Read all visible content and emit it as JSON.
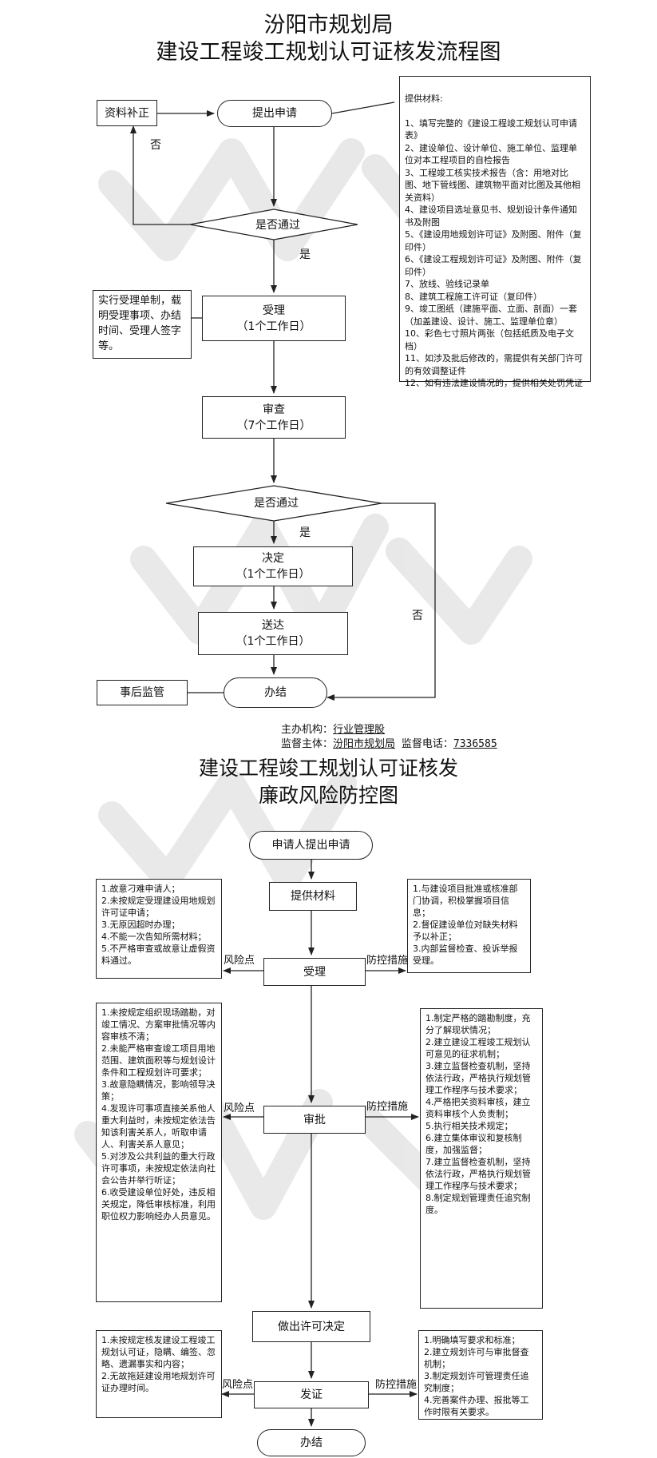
{
  "flow1": {
    "title_line1": "汾阳市规划局",
    "title_line2": "建设工程竣工规划认可证核发流程图",
    "materials_title": "提供材料:",
    "materials": "1、填写完整的《建设工程竣工规划认可申请表》\n2、建设单位、设计单位、施工单位、监理单位对本工程项目的自检报告\n3、工程竣工核实技术报告（含：用地对比图、地下管线图、建筑物平面对比图及其他相关资料）\n4、建设项目选址意见书、规划设计条件通知书及附图\n5、《建设用地规划许可证》及附图、附件（复印件）\n6、《建设工程规划许可证》及附图、附件（复印件）\n7、放线、验线记录单\n8、建筑工程施工许可证（复印件）\n9、竣工图纸（建施平面、立面、剖面）一套（加盖建设、设计、施工、监理单位章）\n10、彩色七寸照片两张（包括纸质及电子文档）\n11、如涉及批后修改的，需提供有关部门许可的有效调整证件\n12、如有违法建设情况的，提供相关处罚凭证",
    "supplement": "资料补正",
    "submit": "提出申请",
    "no1": "否",
    "check1": "是否通过",
    "yes1": "是",
    "accept_note": "实行受理单制，载明受理事项、办结时间、受理人签字等。",
    "accept": "受理",
    "accept_days": "（1个工作日）",
    "review": "审查",
    "review_days": "（7个工作日）",
    "check2": "是否通过",
    "yes2": "是",
    "decide": "决定",
    "decide_days": "（1个工作日）",
    "deliver": "送达",
    "deliver_days": "（1个工作日）",
    "no2": "否",
    "supervise_after": "事后监管",
    "finish": "办结",
    "host_label": "主办机构：",
    "host_value": "行业管理股",
    "sup_label": "监督主体：",
    "sup_value": "汾阳市规划局",
    "phone_label": "监督电话：",
    "phone_value": "7336585"
  },
  "flow2": {
    "title_line1": "建设工程竣工规划认可证核发",
    "title_line2": "廉政风险防控图",
    "applicant": "申请人提出申请",
    "provide": "提供材料",
    "accept": "受理",
    "review": "审批",
    "decision": "做出许可决定",
    "issue": "发证",
    "finish": "办结",
    "risk_label": "风险点",
    "control_label": "防控措施",
    "risk1": "1.故意刁难申请人；\n2.未按规定受理建设用地规划许可证申请；\n3.无原因超时办理；\n4.不能一次告知所需材料；\n5.不严格审查或故意让虚假资料通过。",
    "control1": "1.与建设项目批准或核准部门协调，积极掌握项目信息；\n2.督促建设单位对缺失材料予以补正；\n3.内部监督检查、投诉举报受理。",
    "risk2": "1.未按规定组织现场踏勘，对竣工情况、方案审批情况等内容审核不清；\n2.未能严格审查竣工项目用地范围、建筑面积等与规划设计条件和工程规划许可要求；\n3.故意隐瞒情况，影响领导决策；\n4.发现许可事项直接关系他人重大利益时，未按规定依法告知该利害关系人，听取申请人、利害关系人意见；\n5.对涉及公共利益的重大行政许可事项，未按规定依法向社会公告并举行听证；\n6.收受建设单位好处，违反相关规定，降低审核标准，利用职位权力影响经办人员意见。",
    "control2": "1.制定严格的踏勘制度，充分了解现状情况；\n2.建立建设工程竣工规划认可意见的征求机制；\n3.建立监督检查机制，坚持依法行政，严格执行规划管理工作程序与技术要求；\n4.严格把关资料审核，建立资料审核个人负责制；\n5.执行相关技术规定；\n6.建立集体审议和复核制度，加强监督；\n7.建立监督检查机制，坚持依法行政，严格执行规划管理工作程序与技术要求；\n8.制定规划管理责任追究制度。",
    "risk3": "1.未按规定核发建设工程竣工规划认可证，隐瞒、编签、忽略、遗漏事实和内容；\n2.无故拖延建设用地规划许可证办理时间。",
    "control3": "1.明确填写要求和标准；\n2.建立规划许可与审批督查机制；\n3.制定规划许可管理责任追究制度；\n4.完善案件办理、报批等工作时限有关要求。"
  },
  "colors": {
    "line": "#222222",
    "watermark": "#dcdcdc"
  }
}
